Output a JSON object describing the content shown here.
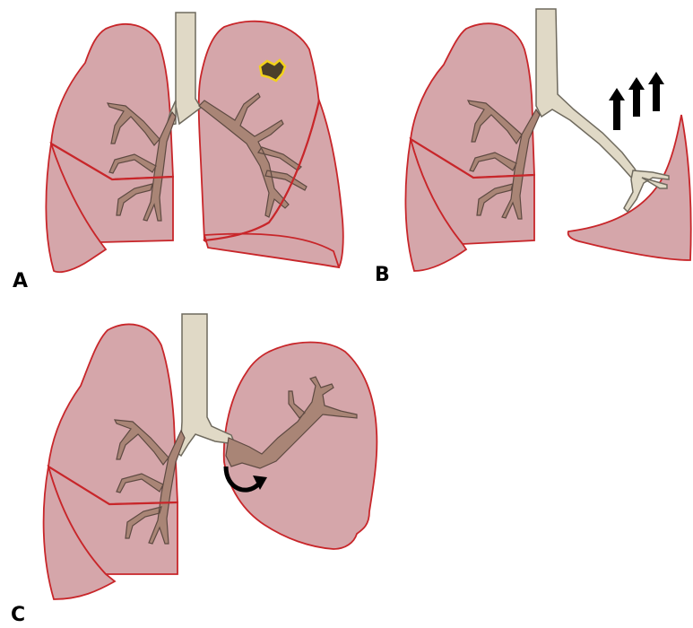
{
  "figure": {
    "panels": [
      {
        "id": "A",
        "label": "A"
      },
      {
        "id": "B",
        "label": "B"
      },
      {
        "id": "C",
        "label": "C"
      }
    ]
  },
  "colors": {
    "lung_fill": "#d5a6aa",
    "lung_outline": "#c8262a",
    "airway_fill": "#e0d9c6",
    "airway_outline": "#6f6a5e",
    "bronchi_fill": "#a98576",
    "bronchi_outline": "#5e4a42",
    "lesion_fill": "#4a3f2a",
    "lesion_outline": "#f2d21a",
    "arrow": "#000000"
  }
}
